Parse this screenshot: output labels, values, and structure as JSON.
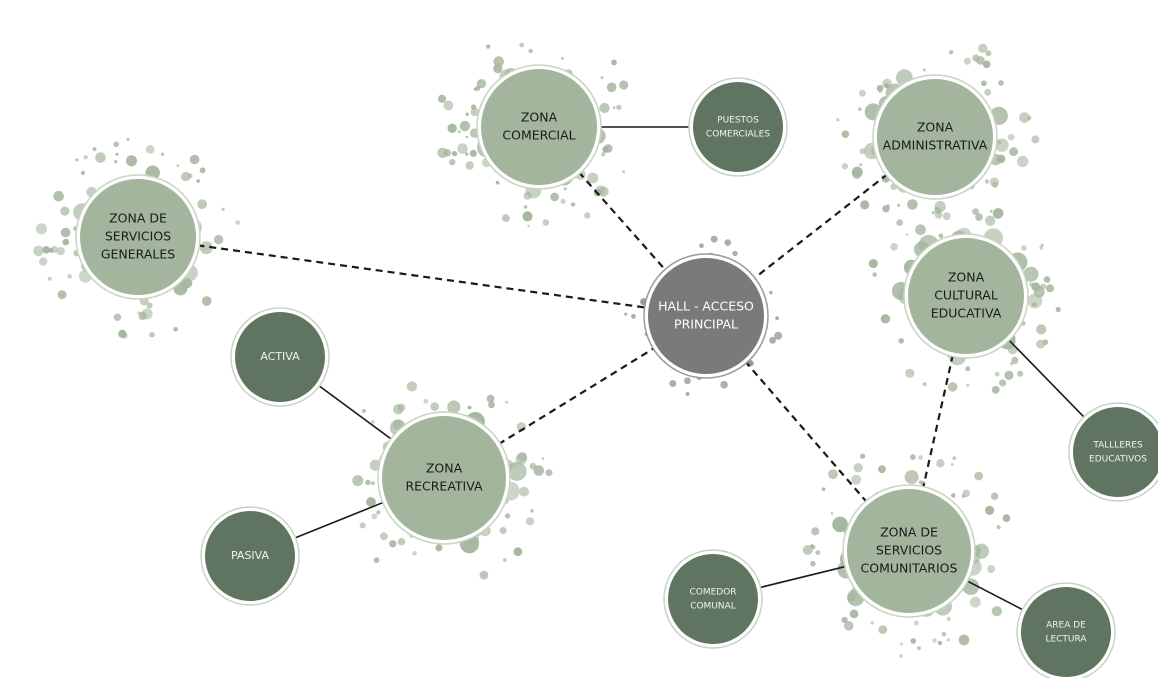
{
  "colors": {
    "hub": "#7a7a7a",
    "zone": "#a3b59c",
    "leaf": "#5f7561",
    "splash": "#a3b59c",
    "line": "#1a1a1a",
    "text": "#1a1a1a"
  },
  "nodes": {
    "hall": [
      "HALL - ACCESO",
      "PRINCIPAL"
    ],
    "comercial": [
      "ZONA",
      "COMERCIAL"
    ],
    "administrativa": [
      "ZONA",
      "ADMINISTRATIVA"
    ],
    "generales": [
      "ZONA DE",
      "SERVICIOS",
      "GENERALES"
    ],
    "cultural": [
      "ZONA",
      "CULTURAL",
      "EDUCATIVA"
    ],
    "recreativa": [
      "ZONA",
      "RECREATIVA"
    ],
    "comunitarios": [
      "ZONA DE",
      "SERVICIOS",
      "COMUNITARIOS"
    ],
    "puestos": [
      "PUESTOS",
      "COMERCIALES"
    ],
    "activa": [
      "ACTIVA"
    ],
    "pasiva": [
      "PASIVA"
    ],
    "talleres": [
      "TALLLERES",
      "EDUCATIVOS"
    ],
    "comedor": [
      "COMEDOR",
      "COMUNAL"
    ],
    "lectura": [
      "AREA DE",
      "LECTURA"
    ]
  },
  "connections": [
    {
      "from": "comercial",
      "to": "hall",
      "style": "dashed"
    },
    {
      "from": "administrativa",
      "to": "hall",
      "style": "dashed"
    },
    {
      "from": "generales",
      "to": "hall",
      "style": "dashed"
    },
    {
      "from": "recreativa",
      "to": "hall",
      "style": "dashed"
    },
    {
      "from": "comunitarios",
      "to": "hall",
      "style": "dashed"
    },
    {
      "from": "cultural",
      "to": "comunitarios",
      "style": "dashed"
    },
    {
      "from": "comercial",
      "to": "puestos",
      "style": "solid"
    },
    {
      "from": "recreativa",
      "to": "activa",
      "style": "solid"
    },
    {
      "from": "recreativa",
      "to": "pasiva",
      "style": "solid"
    },
    {
      "from": "cultural",
      "to": "talleres",
      "style": "solid"
    },
    {
      "from": "comunitarios",
      "to": "comedor",
      "style": "solid"
    },
    {
      "from": "comunitarios",
      "to": "lectura",
      "style": "solid"
    }
  ]
}
